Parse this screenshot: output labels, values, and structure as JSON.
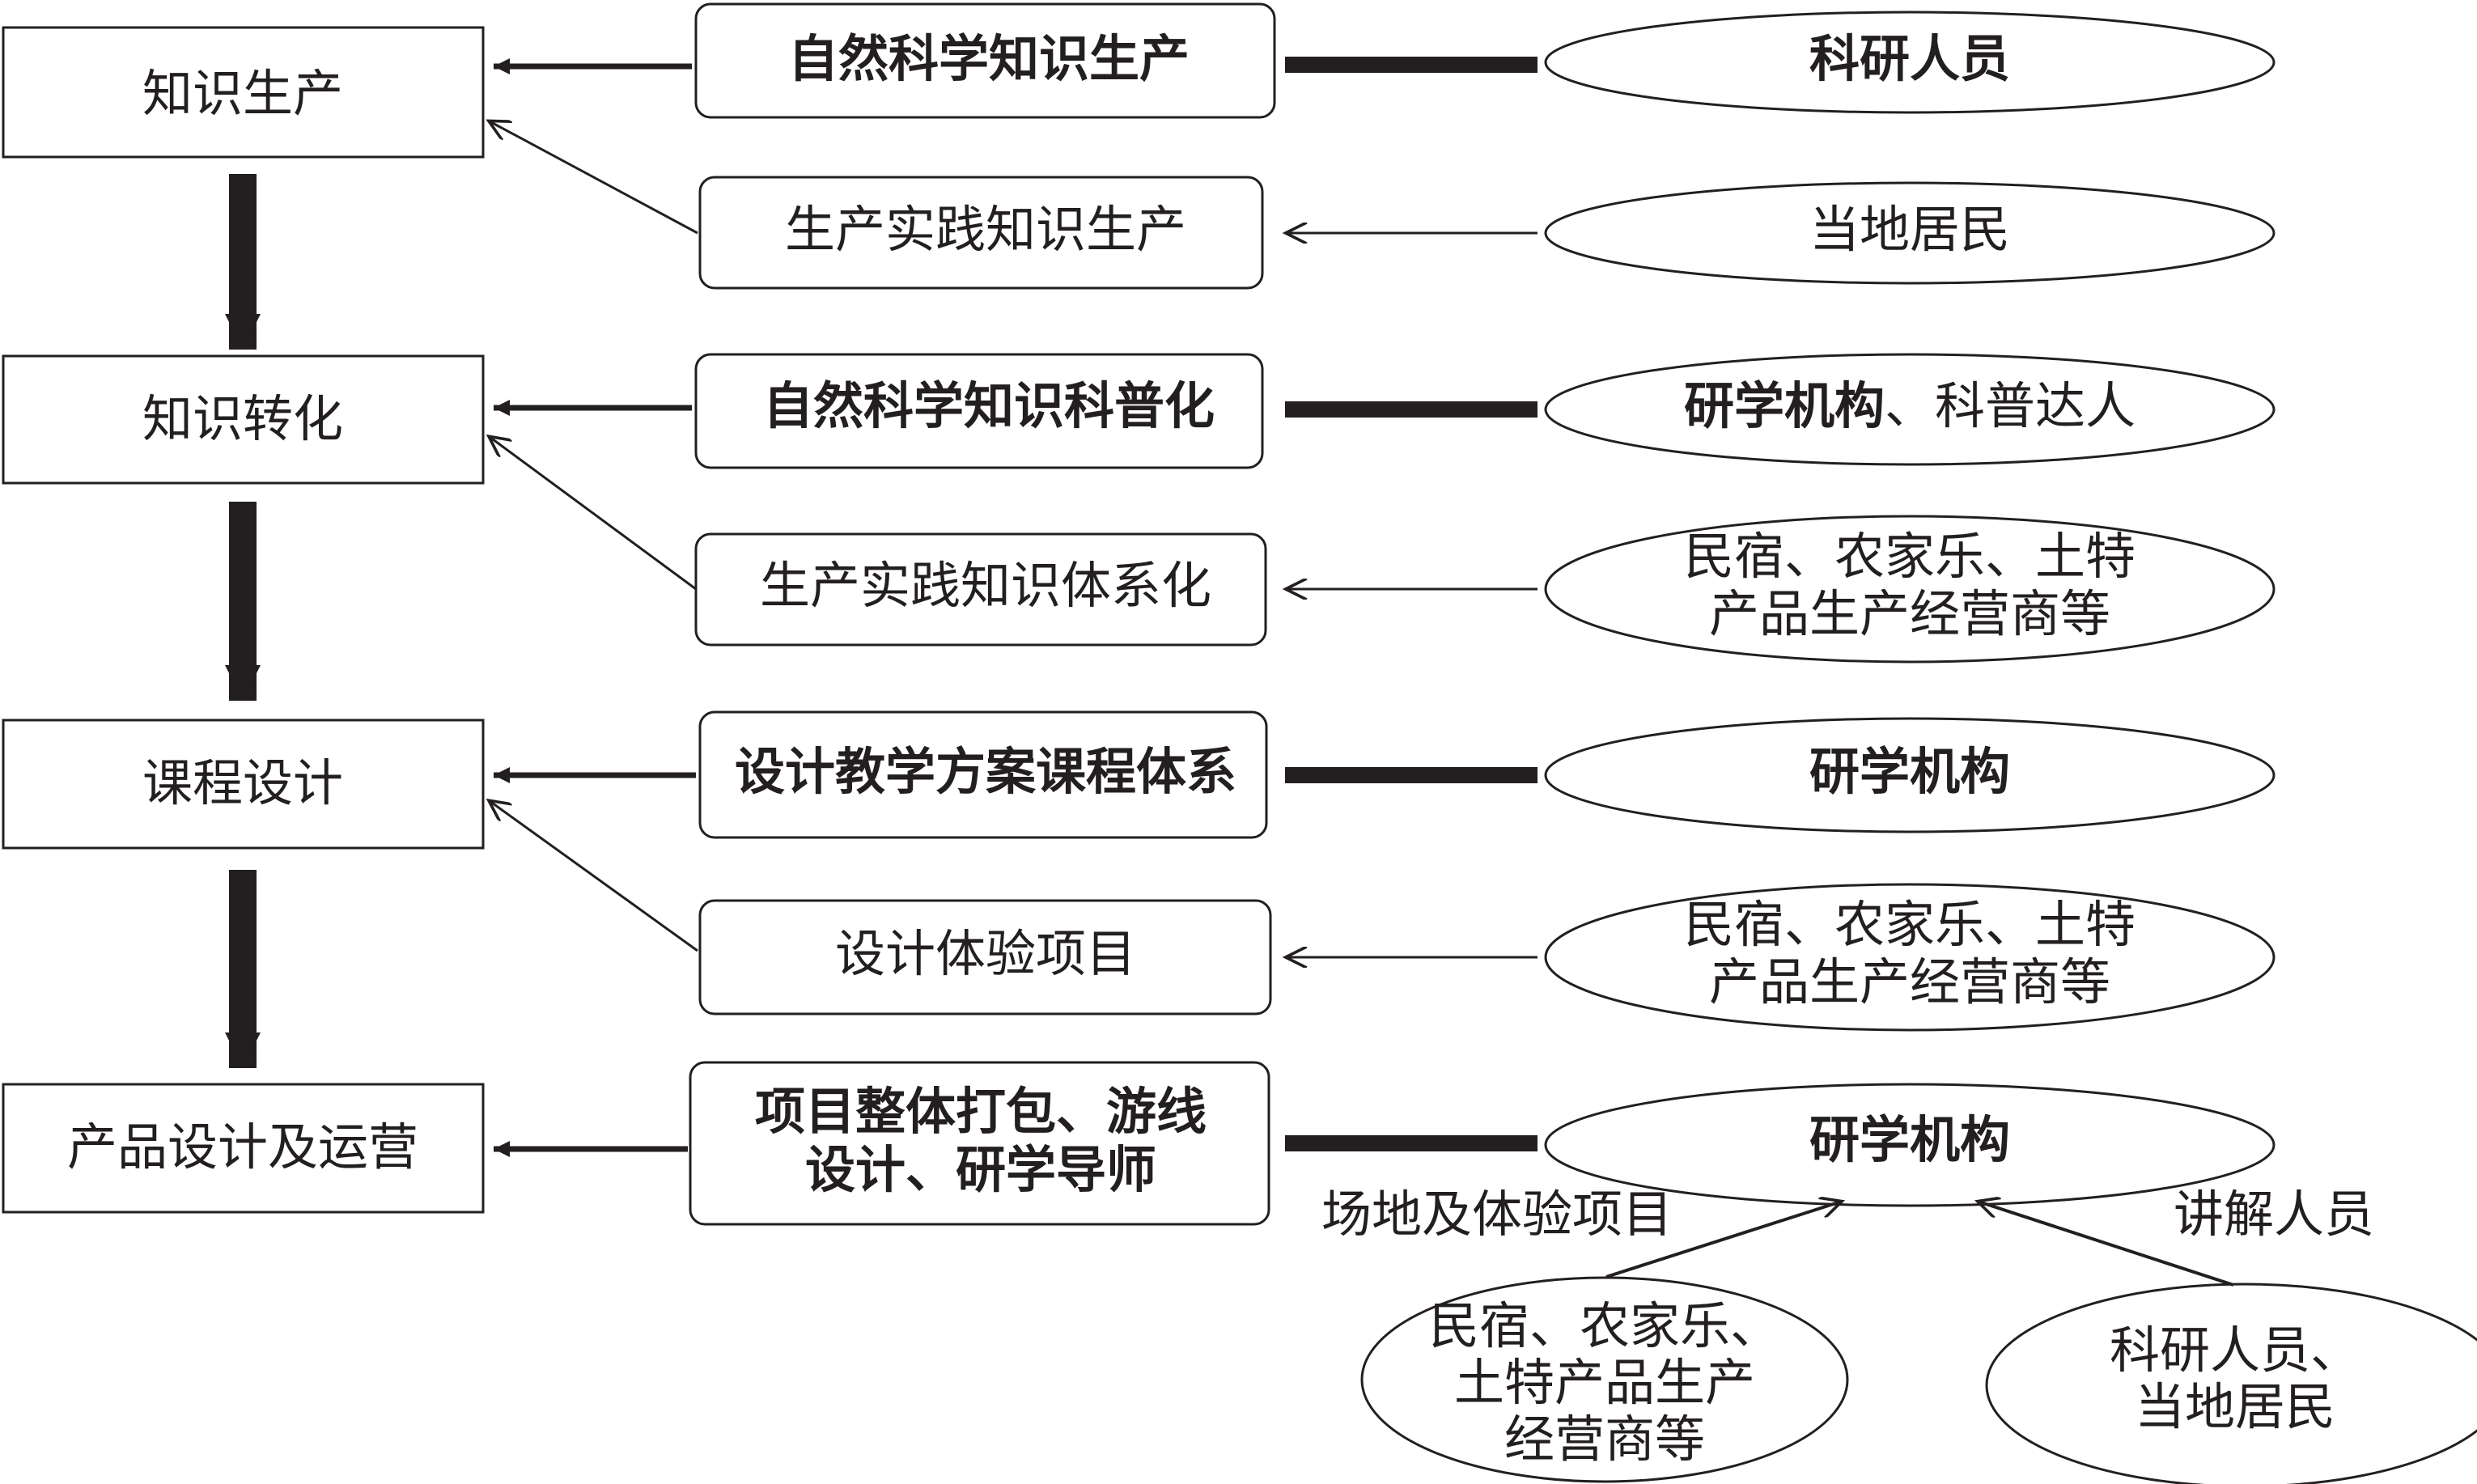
{
  "stages": [
    {
      "id": "s1",
      "label": "知识生产"
    },
    {
      "id": "s2",
      "label": "知识转化"
    },
    {
      "id": "s3",
      "label": "课程设计"
    },
    {
      "id": "s4",
      "label": "产品设计及运营"
    }
  ],
  "activities": [
    {
      "id": "a1",
      "lines": [
        "自然科学知识生产"
      ]
    },
    {
      "id": "a2",
      "lines": [
        "生产实践知识生产"
      ]
    },
    {
      "id": "a3",
      "lines": [
        "自然科学知识科普化"
      ]
    },
    {
      "id": "a4",
      "lines": [
        "生产实践知识体系化"
      ]
    },
    {
      "id": "a5",
      "lines": [
        "设计教学方案课程体系"
      ]
    },
    {
      "id": "a6",
      "lines": [
        "设计体验项目"
      ]
    },
    {
      "id": "a7",
      "lines": [
        "项目整体打包、游线",
        "设计、研学导师"
      ]
    }
  ],
  "actors": [
    {
      "id": "r1",
      "segments": [
        {
          "text": "科研人员",
          "bold": true
        }
      ]
    },
    {
      "id": "r2",
      "segments": [
        {
          "text": "当地居民",
          "bold": false
        }
      ]
    },
    {
      "id": "r3",
      "segments": [
        {
          "text": "研学机构",
          "bold": true
        },
        {
          "text": "、科普达人",
          "bold": false
        }
      ]
    },
    {
      "id": "r4",
      "lines": [
        "民宿、农家乐、土特",
        "产品生产经营商等"
      ]
    },
    {
      "id": "r5",
      "segments": [
        {
          "text": "研学机构",
          "bold": true
        }
      ]
    },
    {
      "id": "r6",
      "lines": [
        "民宿、农家乐、土特",
        "产品生产经营商等"
      ]
    },
    {
      "id": "r7",
      "segments": [
        {
          "text": "研学机构",
          "bold": true
        }
      ]
    },
    {
      "id": "r8",
      "lines": [
        "民宿、农家乐、",
        "土特产品生产",
        "经营商等"
      ]
    },
    {
      "id": "r9",
      "lines": [
        "科研人员、",
        "当地居民"
      ]
    }
  ],
  "edge_labels": [
    {
      "id": "e1",
      "text": "场地及体验项目"
    },
    {
      "id": "e2",
      "text": "讲解人员"
    }
  ],
  "colors": {
    "ink": "#231f20",
    "background": "#ffffff"
  }
}
